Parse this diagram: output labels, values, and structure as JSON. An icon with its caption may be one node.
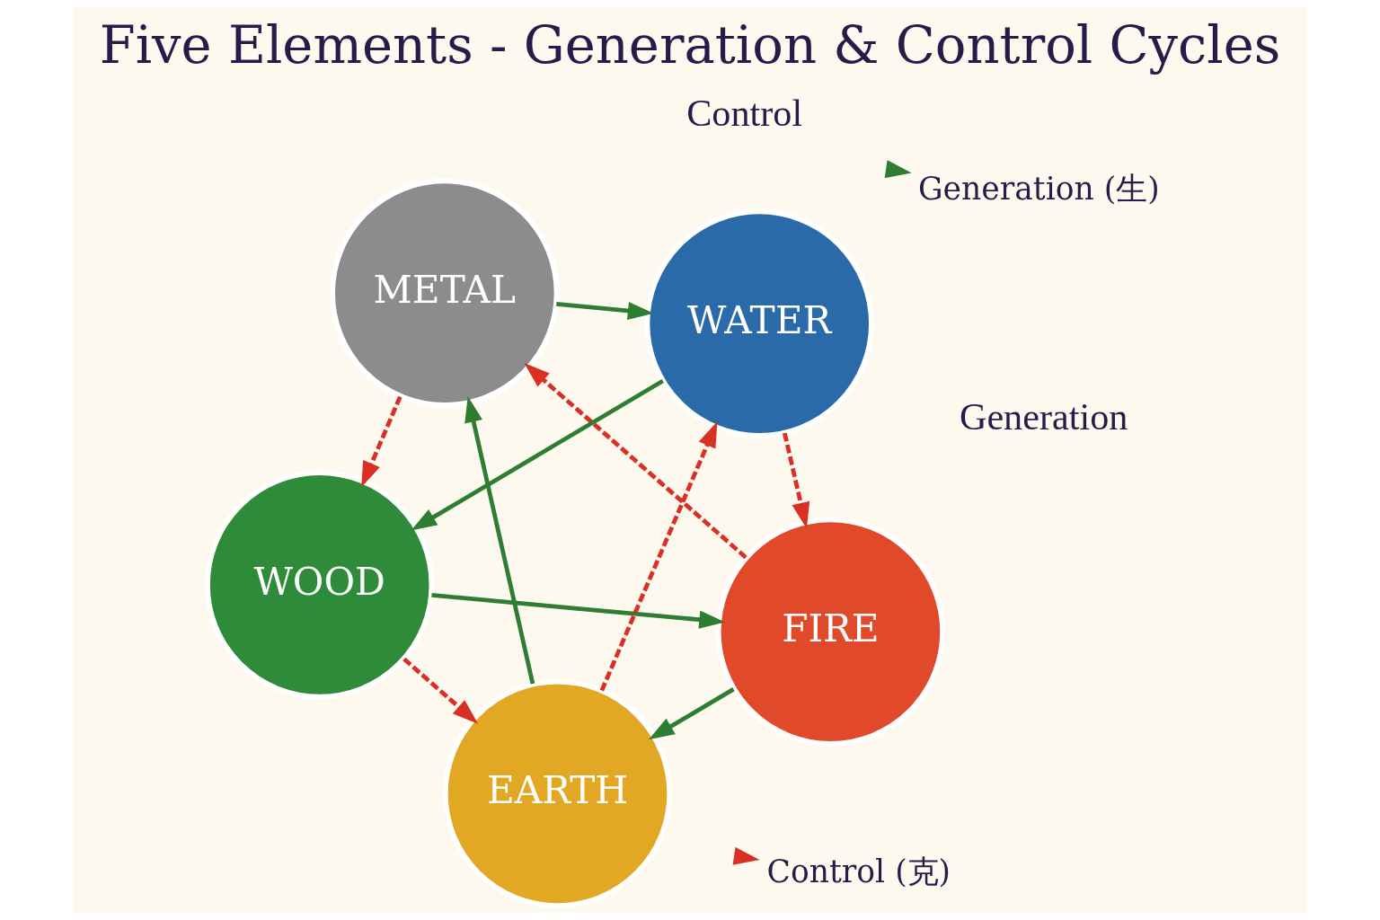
{
  "diagram": {
    "title": "Five Elements - Generation & Control Cycles",
    "nodes": [
      {
        "text": [
          "WOOD"
        ]
      },
      {
        "text": [
          "FIRE"
        ]
      },
      {
        "text": [
          "EARTH"
        ]
      },
      {
        "text": [
          "METAL"
        ]
      },
      {
        "text": [
          "WATER"
        ]
      }
    ],
    "edges": [
      {
        "from": 0,
        "to": 1,
        "arrow": "to",
        "color": "#2e7d32"
      },
      {
        "from": 1,
        "to": 2,
        "arrow": "to",
        "color": "#2e7d32"
      },
      {
        "from": 2,
        "to": 3,
        "arrow": "to",
        "color": "#2e7d32"
      },
      {
        "from": 3,
        "to": 4,
        "arrow": "to",
        "color": "#2e7d32"
      },
      {
        "from": 4,
        "to": 0,
        "arrow": "to",
        "color": "#2e7d32"
      },
      {
        "from": 0,
        "to": 2,
        "arrow": "to",
        "style": "dashed",
        "color": "#d93025"
      },
      {
        "from": 2,
        "to": 4,
        "arrow": "to",
        "style": "dashed",
        "color": "#d93025"
      },
      {
        "from": 4,
        "to": 1,
        "arrow": "to",
        "style": "dashed",
        "color": "#d93025"
      },
      {
        "from": 1,
        "to": 3,
        "arrow": "to",
        "style": "dashed",
        "color": "#d93025"
      },
      {
        "from": 3,
        "to": 0,
        "arrow": "to",
        "style": "dashed",
        "color": "#d93025"
      }
    ],
    "labels": [
      "Generation",
      "Control"
    ],
    "legend": [
      {
        "text": "Generation (生)"
      },
      {
        "text": "Control (克)"
      }
    ]
  }
}
